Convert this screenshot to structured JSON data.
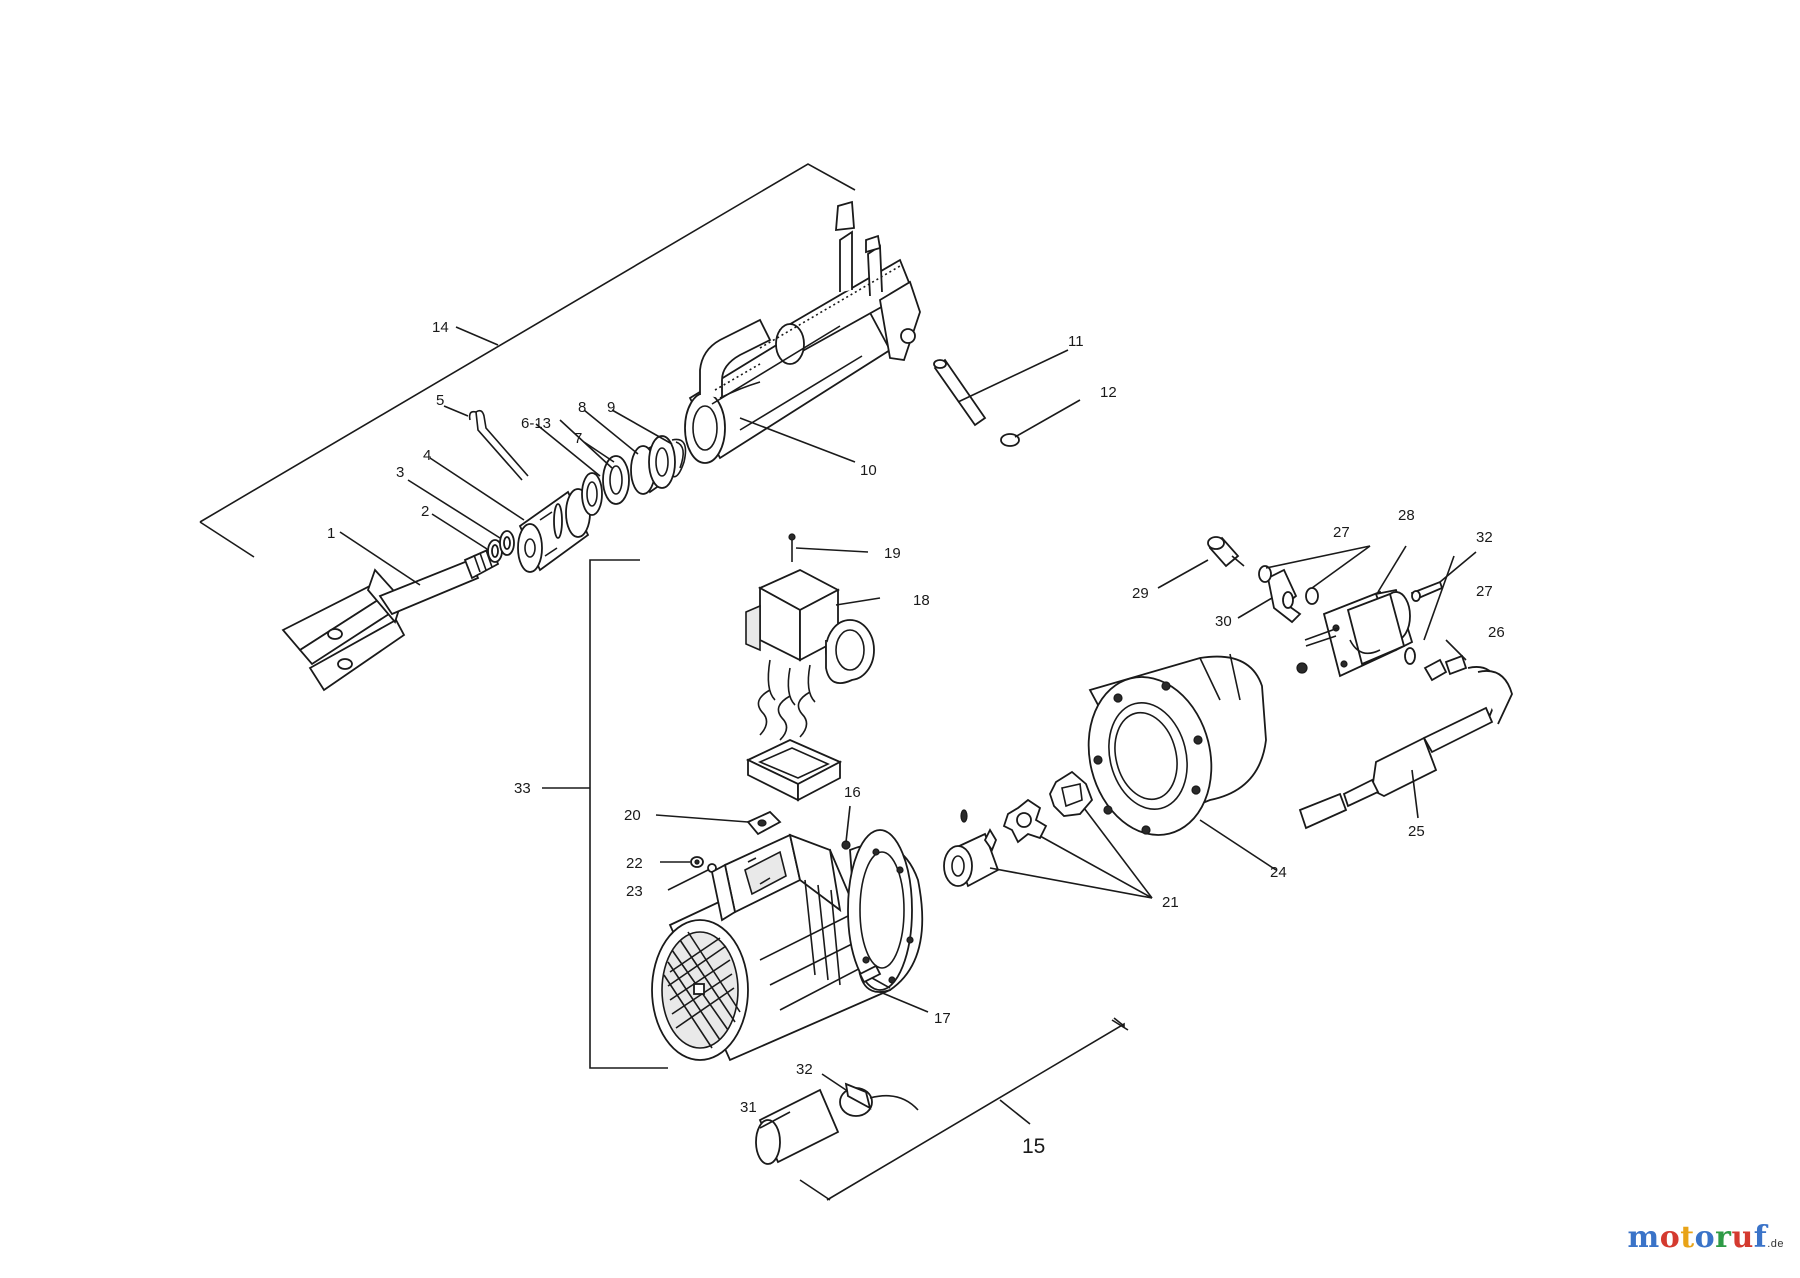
{
  "callouts": [
    {
      "id": "c1",
      "text": "1"
    },
    {
      "id": "c2",
      "text": "2"
    },
    {
      "id": "c3",
      "text": "3"
    },
    {
      "id": "c4",
      "text": "4"
    },
    {
      "id": "c5",
      "text": "5"
    },
    {
      "id": "c6-13",
      "text": "6-13"
    },
    {
      "id": "c7",
      "text": "7"
    },
    {
      "id": "c8",
      "text": "8"
    },
    {
      "id": "c9",
      "text": "9"
    },
    {
      "id": "c10",
      "text": "10"
    },
    {
      "id": "c11",
      "text": "11"
    },
    {
      "id": "c12",
      "text": "12"
    },
    {
      "id": "c14",
      "text": "14"
    },
    {
      "id": "c15",
      "text": "15"
    },
    {
      "id": "c16",
      "text": "16"
    },
    {
      "id": "c17",
      "text": "17"
    },
    {
      "id": "c18",
      "text": "18"
    },
    {
      "id": "c19",
      "text": "19"
    },
    {
      "id": "c20",
      "text": "20"
    },
    {
      "id": "c21",
      "text": "21"
    },
    {
      "id": "c22",
      "text": "22"
    },
    {
      "id": "c23",
      "text": "23"
    },
    {
      "id": "c24",
      "text": "24"
    },
    {
      "id": "c25",
      "text": "25"
    },
    {
      "id": "c26",
      "text": "26"
    },
    {
      "id": "c27a",
      "text": "27"
    },
    {
      "id": "c27b",
      "text": "27"
    },
    {
      "id": "c28",
      "text": "28"
    },
    {
      "id": "c29",
      "text": "29"
    },
    {
      "id": "c30",
      "text": "30"
    },
    {
      "id": "c31",
      "text": "31"
    },
    {
      "id": "c32a",
      "text": "32"
    },
    {
      "id": "c32b",
      "text": "32"
    },
    {
      "id": "c33",
      "text": "33"
    }
  ],
  "watermark": {
    "letters": [
      "m",
      "o",
      "t",
      "o",
      "r",
      "u",
      "f"
    ],
    "letter_colors": [
      "#3a73c8",
      "#d43a2f",
      "#e8a317",
      "#3a73c8",
      "#2e9b46",
      "#d43a2f",
      "#3a73c8"
    ],
    "domain": ".de"
  }
}
